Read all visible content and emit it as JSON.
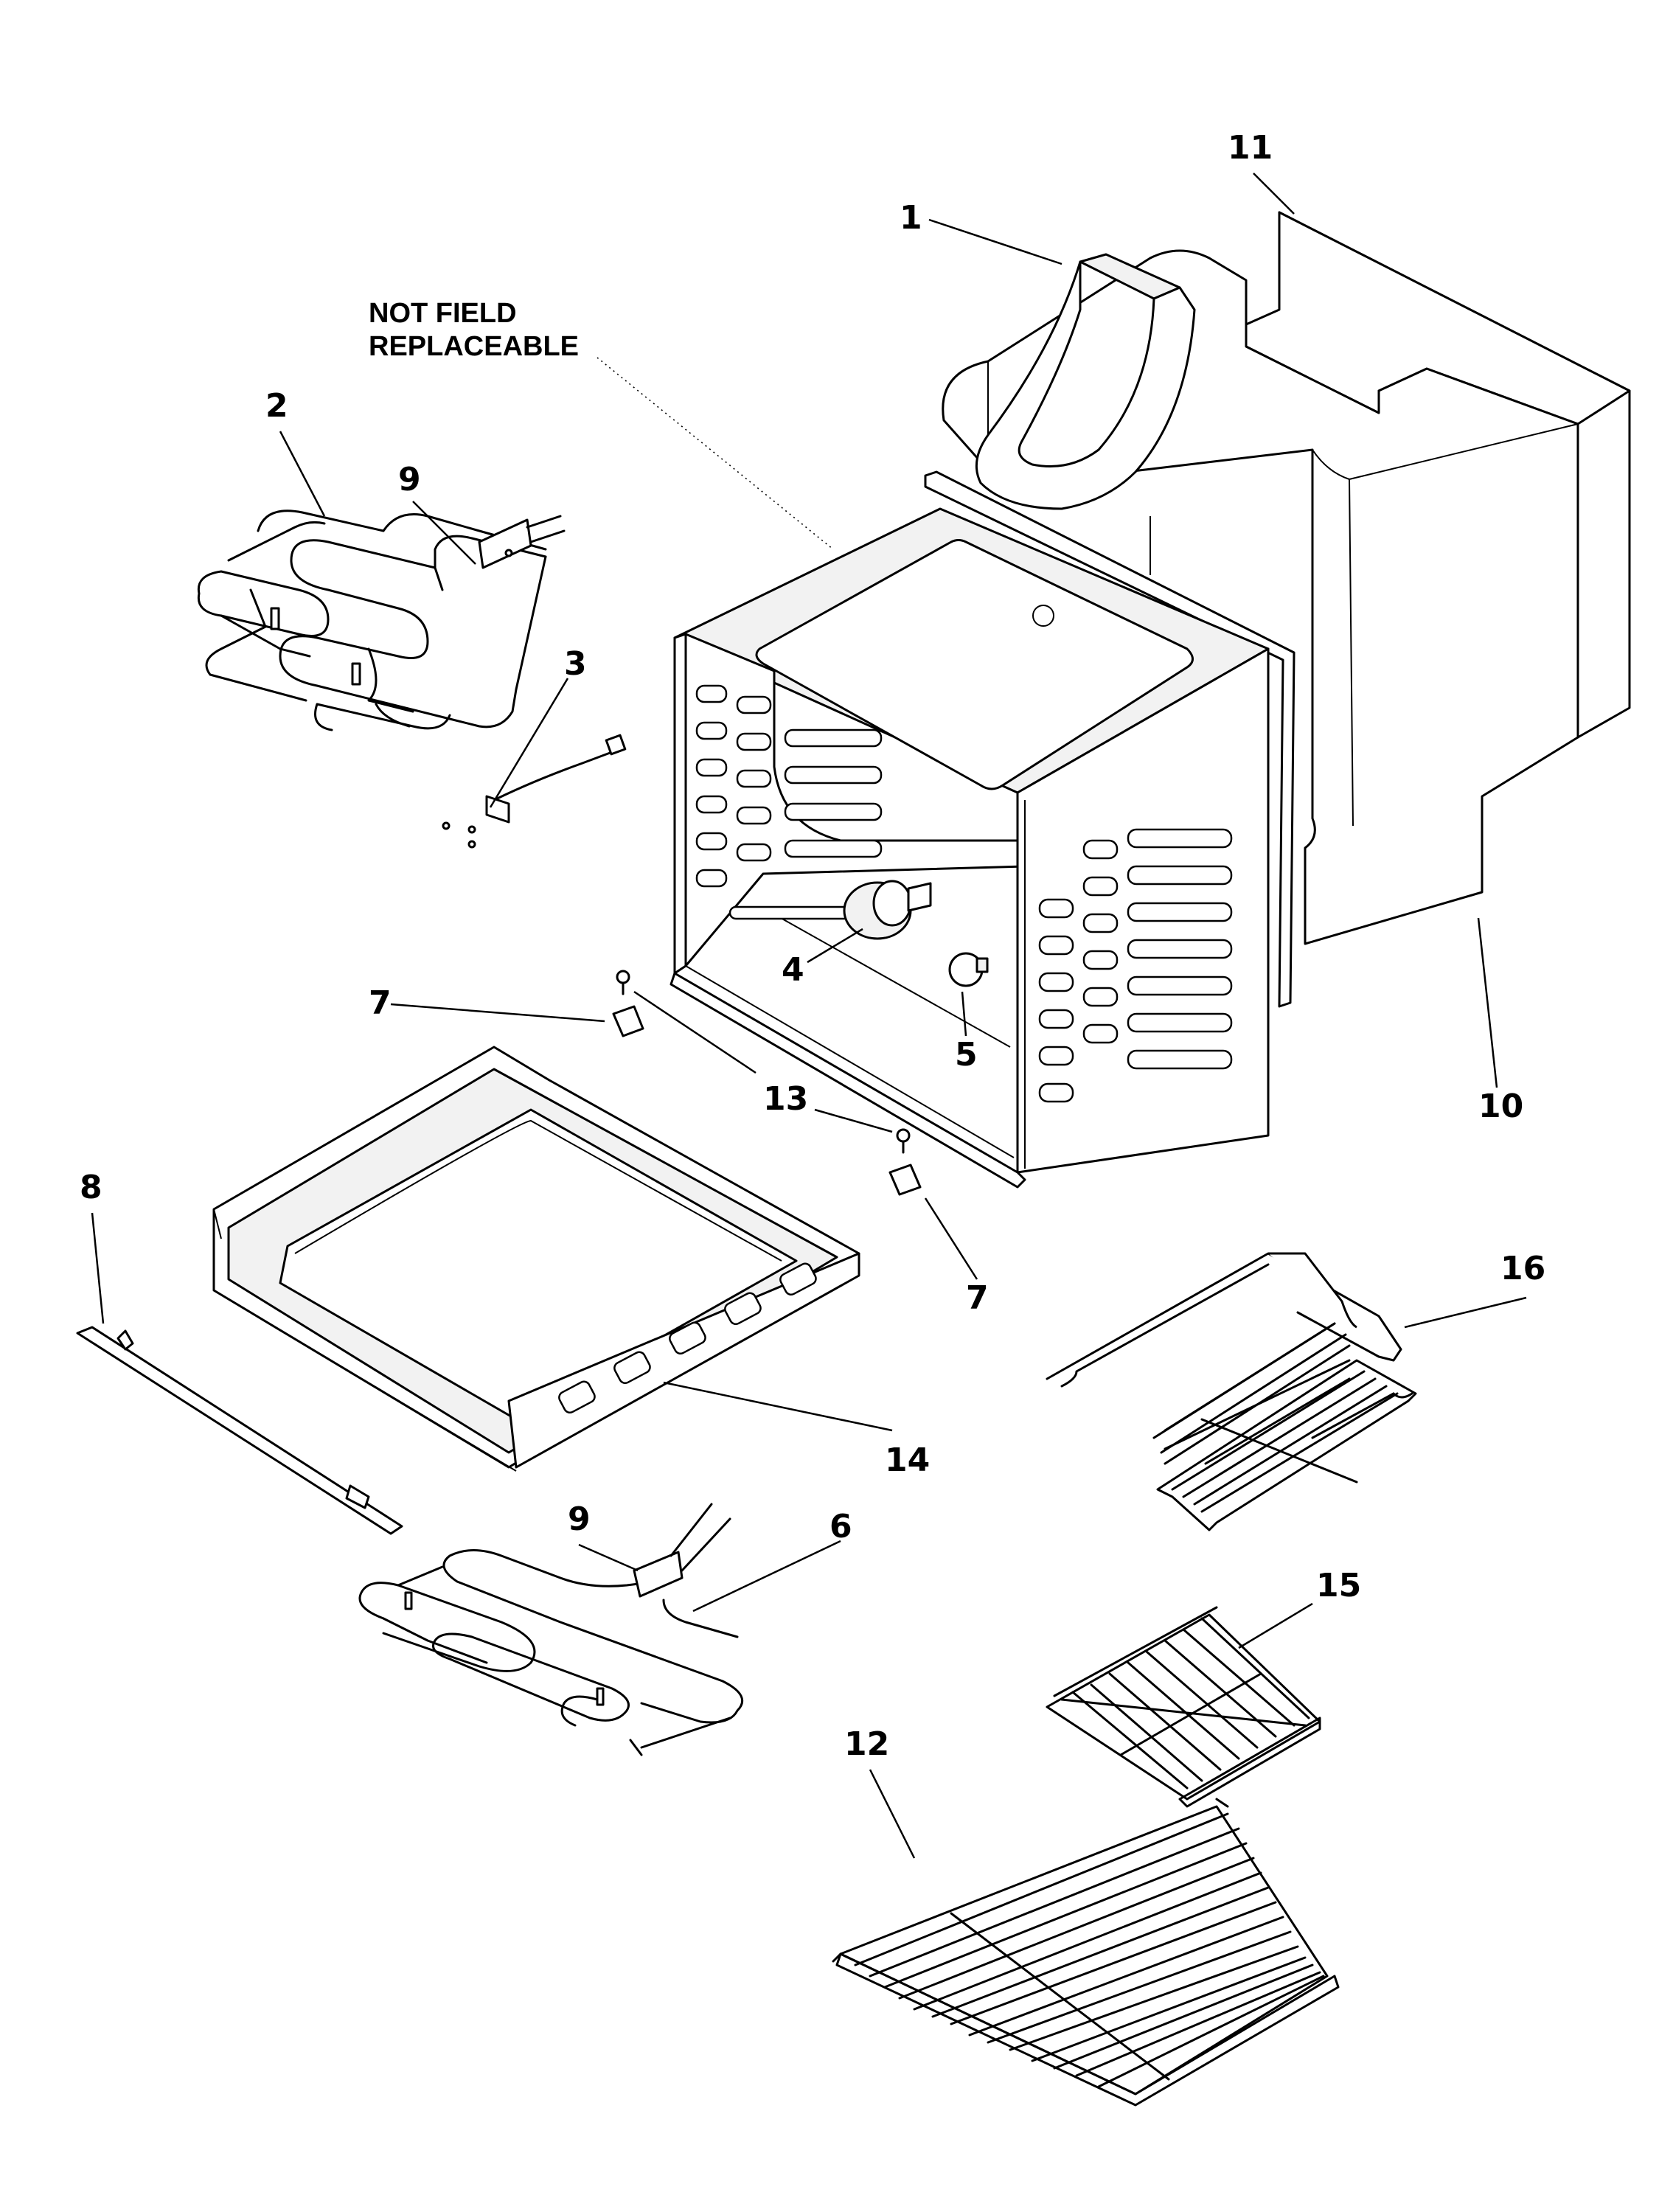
{
  "note": {
    "line1": "NOT FIELD",
    "line2": "REPLACEABLE"
  },
  "callouts": [
    {
      "id": "1",
      "label": "1"
    },
    {
      "id": "2",
      "label": "2"
    },
    {
      "id": "3",
      "label": "3"
    },
    {
      "id": "4",
      "label": "4"
    },
    {
      "id": "5",
      "label": "5"
    },
    {
      "id": "6",
      "label": "6"
    },
    {
      "id": "7a",
      "label": "7"
    },
    {
      "id": "7b",
      "label": "7"
    },
    {
      "id": "8",
      "label": "8"
    },
    {
      "id": "9a",
      "label": "9"
    },
    {
      "id": "9b",
      "label": "9"
    },
    {
      "id": "10",
      "label": "10"
    },
    {
      "id": "11",
      "label": "11"
    },
    {
      "id": "12",
      "label": "12"
    },
    {
      "id": "13",
      "label": "13"
    },
    {
      "id": "14",
      "label": "14"
    },
    {
      "id": "15",
      "label": "15"
    },
    {
      "id": "16",
      "label": "16"
    }
  ]
}
